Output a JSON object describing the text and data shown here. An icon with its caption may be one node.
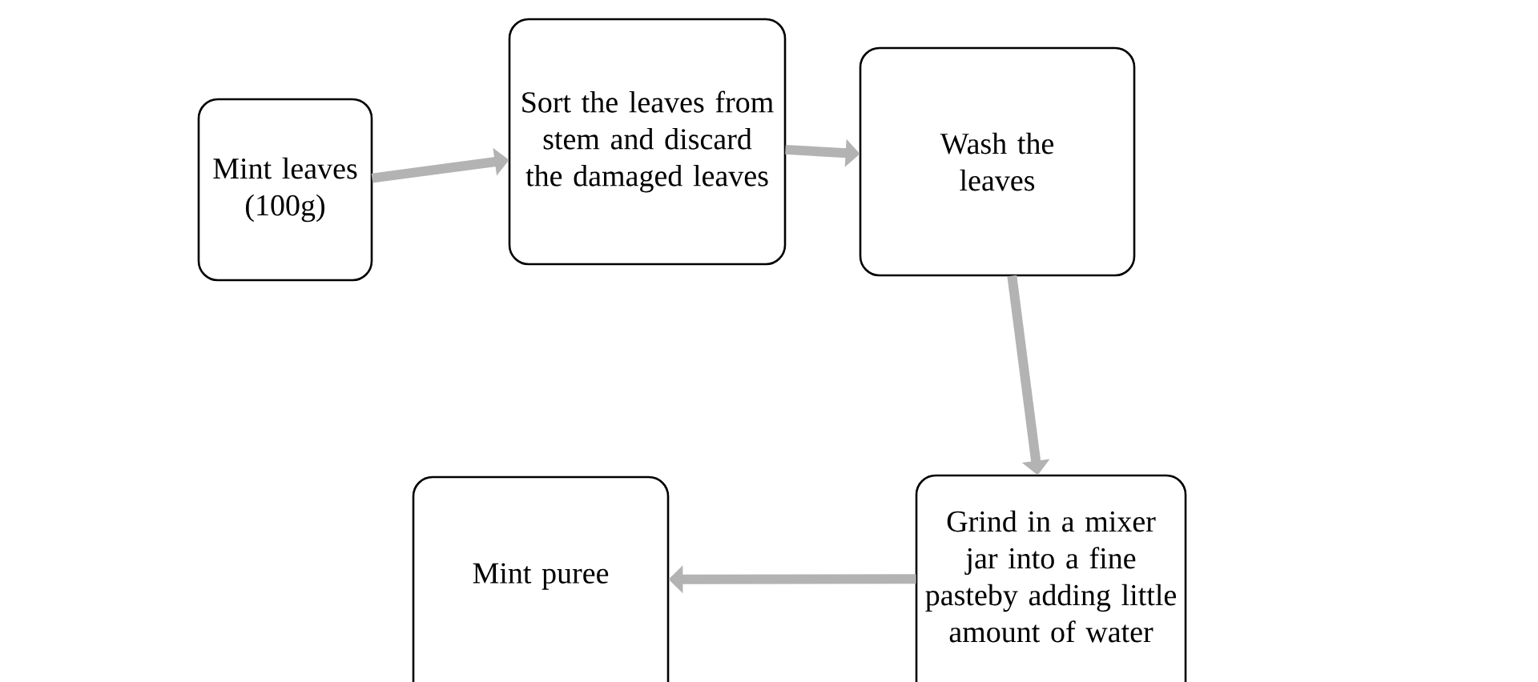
{
  "diagram": {
    "nodes": [
      {
        "text": [
          "Mint leaves (100g)"
        ]
      },
      {
        "text": [
          "Sort the leaves from stem and discard the damaged leaves"
        ]
      },
      {
        "text": [
          "Wash the leaves"
        ]
      },
      {
        "text": [
          "Grind in a mixer jar into a fine pasteby adding little amount of water"
        ]
      },
      {
        "text": [
          "Mint puree"
        ]
      }
    ],
    "edges": [
      {
        "from": 0,
        "to": 1,
        "arrow": "to"
      },
      {
        "from": 1,
        "to": 2,
        "arrow": "to"
      },
      {
        "from": 2,
        "to": 3,
        "arrow": "to"
      },
      {
        "from": 3,
        "to": 4,
        "arrow": "to"
      }
    ]
  }
}
